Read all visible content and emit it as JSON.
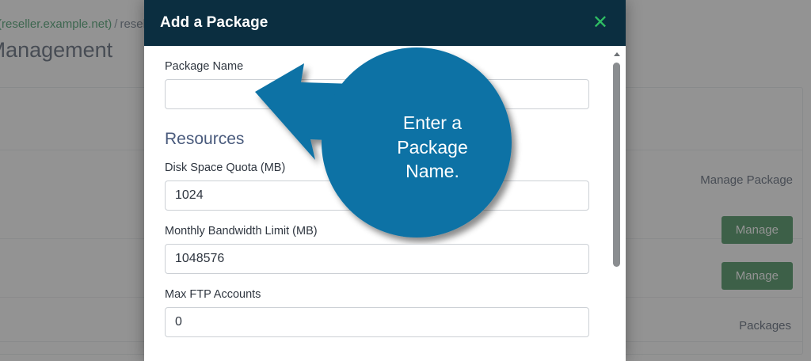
{
  "background": {
    "breadcrumb": {
      "link": "reseller-example (reseller.example.net)",
      "separator": "/",
      "current": "reseller-example Package Management"
    },
    "heading": "Package Management",
    "rows": [
      {
        "label": "Manage Package",
        "button": null
      },
      {
        "label": null,
        "button": "Manage"
      },
      {
        "label": null,
        "button": "Manage"
      },
      {
        "label": "Packages",
        "button": null
      }
    ]
  },
  "modal": {
    "title": "Add a Package",
    "close_icon": "close-icon",
    "close_glyph": "✕",
    "fields": [
      {
        "label": "Package Name",
        "value": "",
        "placeholder": ""
      },
      {
        "label": "Disk Space Quota (MB)",
        "value": "1024",
        "placeholder": ""
      },
      {
        "label": "Monthly Bandwidth Limit (MB)",
        "value": "1048576",
        "placeholder": ""
      },
      {
        "label": "Max FTP Accounts",
        "value": "0",
        "placeholder": ""
      }
    ],
    "section_heading": "Resources",
    "scrollbar": {
      "icon": "scroll-up-arrow-icon"
    }
  },
  "callout": {
    "text": "Enter a\nPackage\nName.",
    "line1": "Enter a",
    "line2": "Package",
    "line3": "Name.",
    "color": "#0b72a5",
    "arrow_direction": "left"
  },
  "colors": {
    "modal_header": "#0b2e40",
    "accent_green": "#1d7a3a",
    "close_green": "#2fbd63",
    "callout_blue": "#0b72a5",
    "section_heading": "#495a7c"
  }
}
